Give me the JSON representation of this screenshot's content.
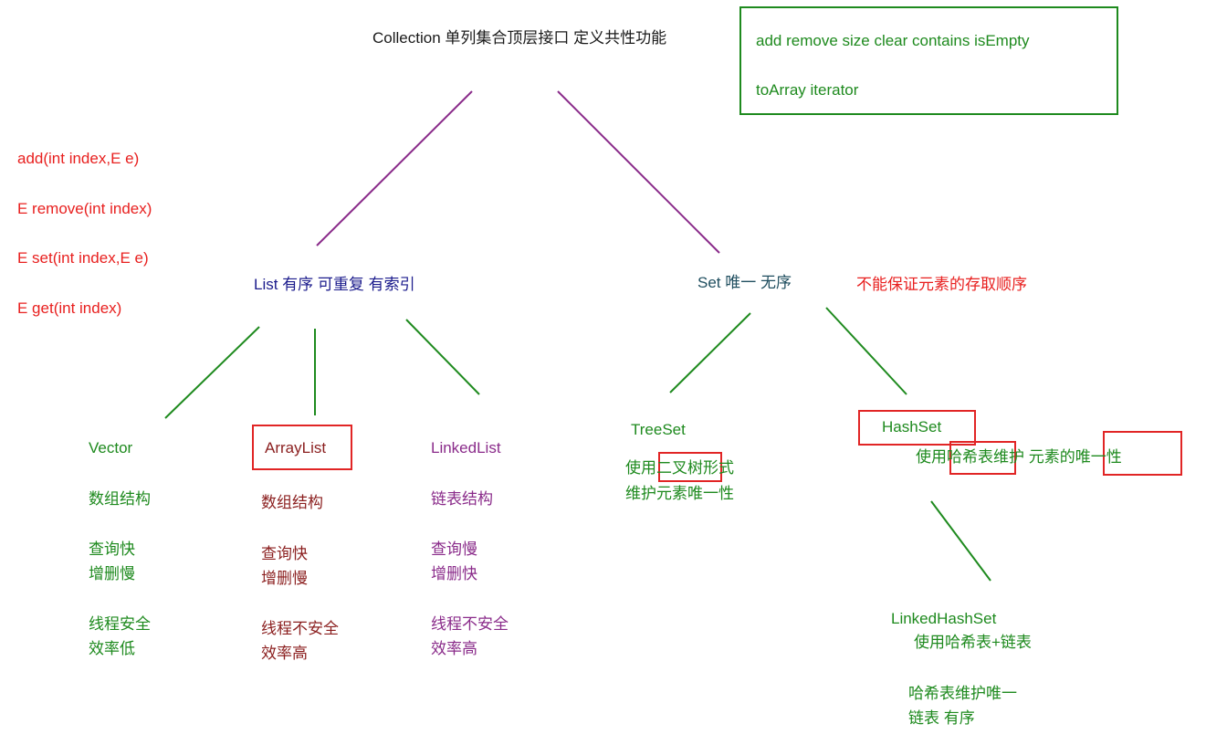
{
  "colors": {
    "black": "#1a1a1a",
    "navy": "#1b1b8c",
    "teal": "#1f4e5f",
    "green": "#1e8a1e",
    "red": "#e8201f",
    "maroon": "#8b1f1f",
    "purple": "#8a2b8a",
    "line_purple": "#8a2b8a",
    "line_green": "#1e8a1e",
    "box_red": "#e12525"
  },
  "collection": {
    "title": "Collection 单列集合顶层接口 定义共性功能",
    "methods_line1": "add  remove  size  clear  contains isEmpty",
    "methods_line2": "toArray  iterator"
  },
  "list_methods": [
    "add(int index,E e)",
    "E remove(int index)",
    "E set(int index,E e)",
    "E get(int index)"
  ],
  "list": {
    "label": "List  有序 可重复 有索引"
  },
  "set": {
    "label": "Set   唯一    无序",
    "note": "不能保证元素的存取顺序"
  },
  "vector": {
    "name": "Vector",
    "structure": "数组结构",
    "speed1": "查询快",
    "speed2": "增删慢",
    "thread1": "线程安全",
    "thread2": "效率低"
  },
  "arraylist": {
    "name": "ArrayList",
    "structure": "数组结构",
    "speed1": "查询快",
    "speed2": "增删慢",
    "thread1": "线程不安全",
    "thread2": "效率高"
  },
  "linkedlist": {
    "name": "LinkedList",
    "structure": "链表结构",
    "speed1": "查询慢",
    "speed2": "增删快",
    "thread1": "线程不安全",
    "thread2": "效率高"
  },
  "treeset": {
    "name": "TreeSet",
    "desc1": "使用二叉树形式",
    "desc2": "维护元素唯一性"
  },
  "hashset": {
    "name": "HashSet",
    "desc": "使用哈希表维护 元素的唯一性"
  },
  "linkedhashset": {
    "name": "LinkedHashSet",
    "desc": "使用哈希表+链表",
    "note1": "哈希表维护唯一",
    "note2": "链表 有序"
  }
}
